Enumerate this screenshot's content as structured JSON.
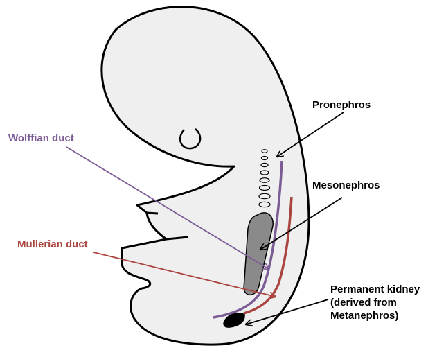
{
  "labels": {
    "wolffian_duct": "Wolffian duct",
    "mullerian_duct": "Müllerian duct",
    "pronephros": "Pronephros",
    "mesonephros": "Mesonephros",
    "permanent_kidney": "Permanent kidney\n(derived from\nMetanephros)"
  },
  "colors": {
    "wolffian": "#7b5c95",
    "mullerian": "#a9443f",
    "body_fill": "#efefef",
    "mesonephros_fill": "#8a8a8a",
    "kidney_fill": "#000000",
    "outline": "#000000"
  }
}
